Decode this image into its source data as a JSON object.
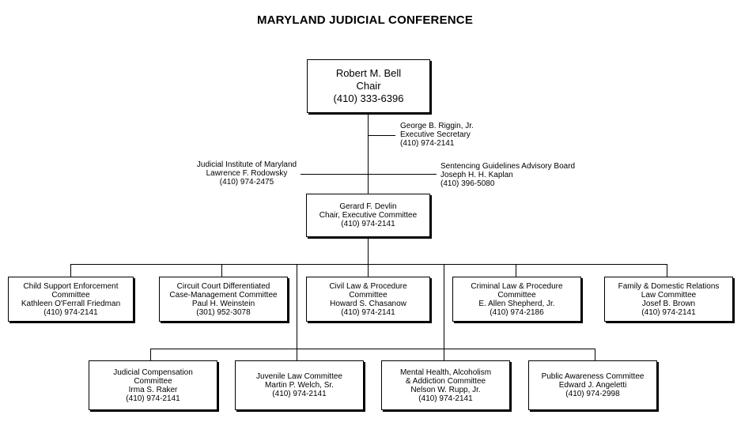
{
  "title": "MARYLAND JUDICIAL CONFERENCE",
  "chair": {
    "name": "Robert M. Bell",
    "role": "Chair",
    "phone": "(410) 333-6396"
  },
  "executive_secretary": {
    "name": "George B. Riggin, Jr.",
    "role": "Executive Secretary",
    "phone": "(410) 974-2141"
  },
  "judicial_institute": {
    "org": "Judicial Institute of Maryland",
    "name": "Lawrence F. Rodowsky",
    "phone": "(410) 974-2475"
  },
  "sentencing_board": {
    "org": "Sentencing Guidelines Advisory Board",
    "name": "Joseph H. H. Kaplan",
    "phone": "(410) 396-5080"
  },
  "executive_committee": {
    "name": "Gerard F. Devlin",
    "role": "Chair, Executive Committee",
    "phone": "(410) 974-2141"
  },
  "committees_row1": [
    {
      "line1": "Child Support Enforcement",
      "line2": "Committee",
      "name": "Kathleen O'Ferrall Friedman",
      "phone": "(410) 974-2141"
    },
    {
      "line1": "Circuit Court Differentiated",
      "line2": "Case-Management Committee",
      "name": "Paul H. Weinstein",
      "phone": "(301) 952-3078"
    },
    {
      "line1": "Civil Law & Procedure",
      "line2": "Committee",
      "name": "Howard S. Chasanow",
      "phone": "(410) 974-2141"
    },
    {
      "line1": "Criminal Law & Procedure",
      "line2": "Committee",
      "name": "E. Allen Shepherd, Jr.",
      "phone": "(410) 974-2186"
    },
    {
      "line1": "Family & Domestic Relations",
      "line2": "Law Committee",
      "name": "Josef B. Brown",
      "phone": "(410) 974-2141"
    }
  ],
  "committees_row2": [
    {
      "line1": "Judicial Compensation",
      "line2": "Committee",
      "name": "Irma S. Raker",
      "phone": "(410) 974-2141"
    },
    {
      "line1": "Juvenile Law Committee",
      "name": "Martin P. Welch, Sr.",
      "phone": "(410) 974-2141"
    },
    {
      "line1": "Mental Health, Alcoholism",
      "line2": "& Addiction Committee",
      "name": "Nelson W. Rupp, Jr.",
      "phone": "(410) 974-2141"
    },
    {
      "line1": "Public Awareness Committee",
      "name": "Edward J. Angeletti",
      "phone": "(410) 974-2998"
    }
  ]
}
